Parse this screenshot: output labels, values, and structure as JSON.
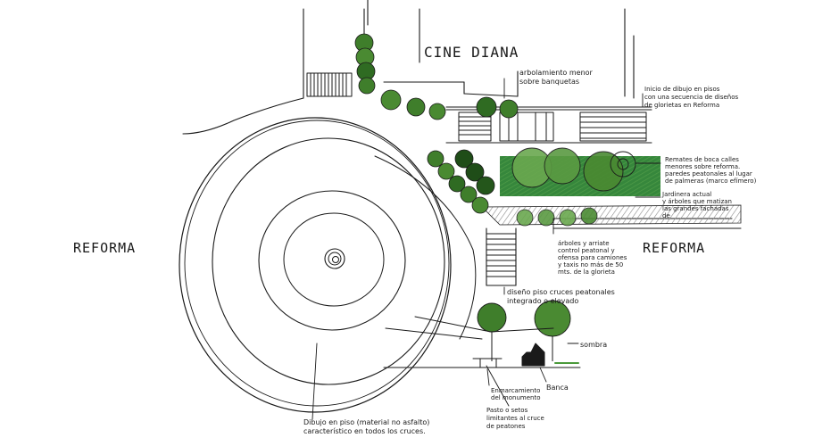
{
  "labels": {
    "cine_diana": "CINE DIANA",
    "reforma_left": "REFORMA",
    "reforma_right": "REFORMA"
  },
  "notes": {
    "arbolamiento_1": "arbolamiento menor",
    "arbolamiento_2": "sobre banquetas",
    "inicio_1": "Inicio de dibujo en pisos",
    "inicio_2": "con una secuencia de diseños",
    "inicio_3": "de glorietas en Reforma",
    "remates_1": "Remates de boca calles",
    "remates_2": "menores sobre reforma.",
    "remates_3": "paredes peatonales al lugar",
    "remates_4": "de palmeras (marco efímero)",
    "jardin_1": "Jardinera actual",
    "jardin_2": "y árboles que matizan",
    "jardin_3": "las grandes fachadas",
    "jardin_4": "de",
    "arboles_1": "árboles y arriate",
    "arboles_2": "control peatonal y",
    "arboles_3": "ofensa para camiones",
    "arboles_4": "y taxis no más de 50",
    "arboles_5": "mts. de la glorieta",
    "diseno_1": "diseño piso cruces peatonales",
    "diseno_2": "integrado o elevado",
    "sombra": "sombra",
    "banca": "Banca",
    "enmarcamiento_1": "Enmarcamiento",
    "enmarcamiento_2": "del monumento",
    "pasto_1": "Pasto o setos",
    "pasto_2": "limitantes al cruce",
    "pasto_3": "de peatones",
    "dibujo_1": "Dibujo en piso (material no asfalto)",
    "dibujo_2": "característico en todos los cruces."
  },
  "colors": {
    "ink": "#1a1a1a",
    "tree_dark": "#2f6b22",
    "tree_mid": "#4a8a32",
    "tree_light": "#6aa84f",
    "planter_green": "#1e8a3a",
    "hatch_gray": "#8a8a8a"
  }
}
